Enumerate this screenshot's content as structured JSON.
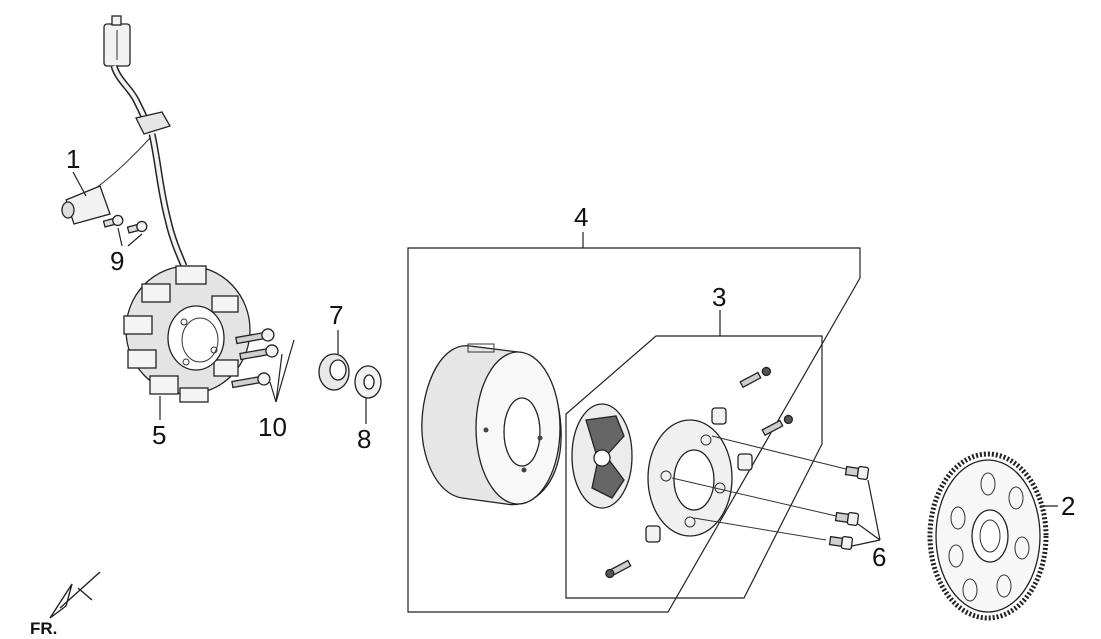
{
  "diagram": {
    "callouts": [
      "1",
      "2",
      "3",
      "4",
      "5",
      "6",
      "7",
      "8",
      "9",
      "10"
    ],
    "orientation_label": "FR."
  },
  "colors": {
    "line": "#222222",
    "part_fill": "#f2f2f2",
    "part_shade": "#cfcfcf",
    "dark_fill": "#555555",
    "background": "#ffffff"
  },
  "icons": {
    "orientation": "front-direction-arrow-icon"
  }
}
